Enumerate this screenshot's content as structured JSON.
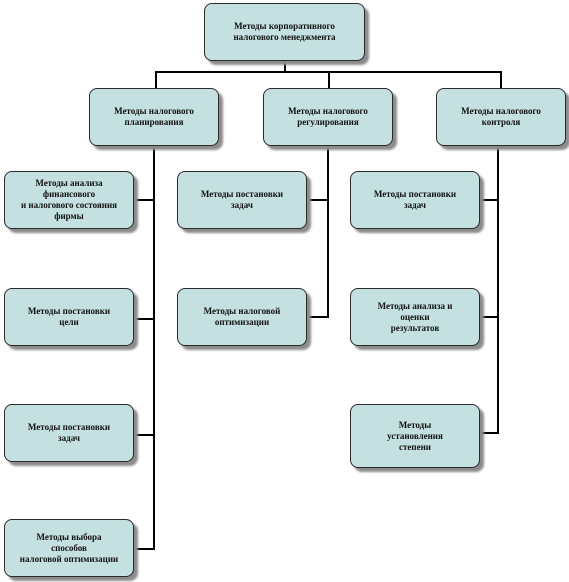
{
  "diagram": {
    "root": "Методы корпоративного\nналогового менеджмента",
    "branches": [
      {
        "title": "Методы налогового\nпланирования",
        "children": [
          "Методы анализа\nфинансового\nи налогового состояния\nфирмы",
          "Методы постановки\nцели",
          "Методы постановки\nзадач",
          "Методы выбора\nспособов\nналоговой оптимизации"
        ]
      },
      {
        "title": "Методы налогового\nрегулирования",
        "children": [
          "Методы постановки\nзадач",
          "Методы налоговой\nоптимизации"
        ]
      },
      {
        "title": "Методы налогового\nконтроля",
        "children": [
          "Методы постановки\nзадач",
          "Методы анализа и\nоценки\nрезультатов",
          "Методы\nустановления\nстепени"
        ]
      }
    ]
  }
}
